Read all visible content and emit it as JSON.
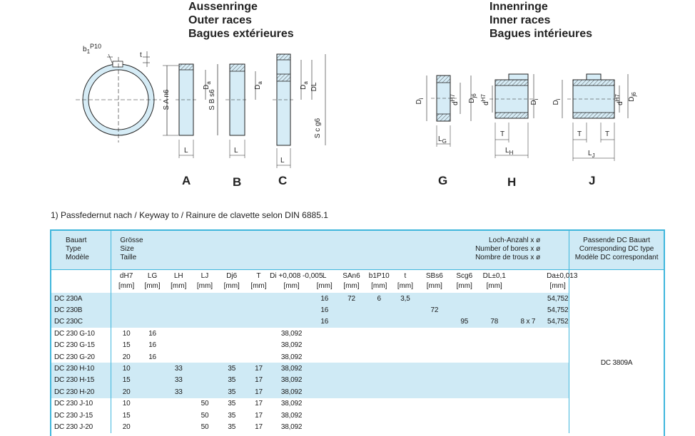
{
  "headings": {
    "outer": [
      "Aussenringe",
      "Outer races",
      "Bagues extérieures"
    ],
    "inner": [
      "Innenringe",
      "Inner races",
      "Bagues intérieures"
    ]
  },
  "diagram_labels": {
    "b1": "b",
    "b1_sub": "1",
    "b1_sup": "P10",
    "t": "t",
    "SAn6": "S A n6",
    "Da": "D",
    "Da_sub": "a",
    "SBs6": "S B s6",
    "DL": "DL",
    "Scg6": "S c g6",
    "L": "L",
    "Di": "D",
    "Di_sub": "i",
    "dH7": "d",
    "dH7_sup": "H7",
    "Dj6": "D",
    "Dj6_sub": "j6",
    "LG": "L",
    "LG_sub": "G",
    "LH": "L",
    "LH_sub": "H",
    "LJ": "L",
    "LJ_sub": "J",
    "T": "T",
    "A": "A",
    "B": "B",
    "C": "C",
    "G": "G",
    "H": "H",
    "J": "J"
  },
  "footnote": "1) Passfedernut nach / Keyway to / Rainure de clavette selon DIN 6885.1",
  "table": {
    "header_type": [
      "Bauart",
      "Type",
      "Modèle"
    ],
    "header_size": [
      "Grösse",
      "Size",
      "Taille"
    ],
    "header_bores": [
      "Loch-Anzahl x ø",
      "Number of bores x ø",
      "Nombre de trous x ø"
    ],
    "header_corr": [
      "Passende DC Bauart",
      "Corresponding DC type",
      "Modèle DC correspondant"
    ],
    "symbols": [
      "dH7",
      "LG",
      "LH",
      "LJ",
      "Dj6",
      "T",
      "Di +0,008 -0,005",
      "L",
      "SAn6",
      "b1P10",
      "t",
      "SBs6",
      "Scg6",
      "DL±0,1",
      "",
      "Da±0,013"
    ],
    "units": [
      "[mm]",
      "[mm]",
      "[mm]",
      "[mm]",
      "[mm]",
      "[mm]",
      "[mm]",
      "[mm]",
      "[mm]",
      "[mm]",
      "[mm]",
      "[mm]",
      "[mm]",
      "[mm]",
      "",
      "[mm]"
    ],
    "corresponding": "DC 3809A",
    "rows": [
      {
        "type": "DC 230A",
        "cells": [
          "",
          "",
          "",
          "",
          "",
          "",
          "",
          "16",
          "72",
          "6",
          "3,5",
          "",
          "",
          "",
          "",
          "54,752"
        ],
        "shade": true
      },
      {
        "type": "DC 230B",
        "cells": [
          "",
          "",
          "",
          "",
          "",
          "",
          "",
          "16",
          "",
          "",
          "",
          "72",
          "",
          "",
          "",
          "54,752"
        ],
        "shade": true
      },
      {
        "type": "DC 230C",
        "cells": [
          "",
          "",
          "",
          "",
          "",
          "",
          "",
          "16",
          "",
          "",
          "",
          "",
          "95",
          "78",
          "8 x 7",
          "54,752"
        ],
        "shade": true
      },
      {
        "type": "DC 230 G-10",
        "cells": [
          "10",
          "16",
          "",
          "",
          "",
          "",
          "38,092",
          "",
          "",
          "",
          "",
          "",
          "",
          "",
          "",
          ""
        ],
        "shade": false
      },
      {
        "type": "DC 230 G-15",
        "cells": [
          "15",
          "16",
          "",
          "",
          "",
          "",
          "38,092",
          "",
          "",
          "",
          "",
          "",
          "",
          "",
          "",
          ""
        ],
        "shade": false
      },
      {
        "type": "DC 230 G-20",
        "cells": [
          "20",
          "16",
          "",
          "",
          "",
          "",
          "38,092",
          "",
          "",
          "",
          "",
          "",
          "",
          "",
          "",
          ""
        ],
        "shade": false
      },
      {
        "type": "DC 230 H-10",
        "cells": [
          "10",
          "",
          "33",
          "",
          "35",
          "17",
          "38,092",
          "",
          "",
          "",
          "",
          "",
          "",
          "",
          "",
          ""
        ],
        "shade": true
      },
      {
        "type": "DC 230 H-15",
        "cells": [
          "15",
          "",
          "33",
          "",
          "35",
          "17",
          "38,092",
          "",
          "",
          "",
          "",
          "",
          "",
          "",
          "",
          ""
        ],
        "shade": true
      },
      {
        "type": "DC 230 H-20",
        "cells": [
          "20",
          "",
          "33",
          "",
          "35",
          "17",
          "38,092",
          "",
          "",
          "",
          "",
          "",
          "",
          "",
          "",
          ""
        ],
        "shade": true
      },
      {
        "type": "DC 230 J-10",
        "cells": [
          "10",
          "",
          "",
          "50",
          "35",
          "17",
          "38,092",
          "",
          "",
          "",
          "",
          "",
          "",
          "",
          "",
          ""
        ],
        "shade": false
      },
      {
        "type": "DC 230 J-15",
        "cells": [
          "15",
          "",
          "",
          "50",
          "35",
          "17",
          "38,092",
          "",
          "",
          "",
          "",
          "",
          "",
          "",
          "",
          ""
        ],
        "shade": false
      },
      {
        "type": "DC 230 J-20",
        "cells": [
          "20",
          "",
          "",
          "50",
          "35",
          "17",
          "38,092",
          "",
          "",
          "",
          "",
          "",
          "",
          "",
          "",
          ""
        ],
        "shade": false
      }
    ]
  },
  "colors": {
    "accent_border": "#3fb6dc",
    "shade_fill": "#cfeaf5",
    "part_fill": "#d6ecf6"
  }
}
